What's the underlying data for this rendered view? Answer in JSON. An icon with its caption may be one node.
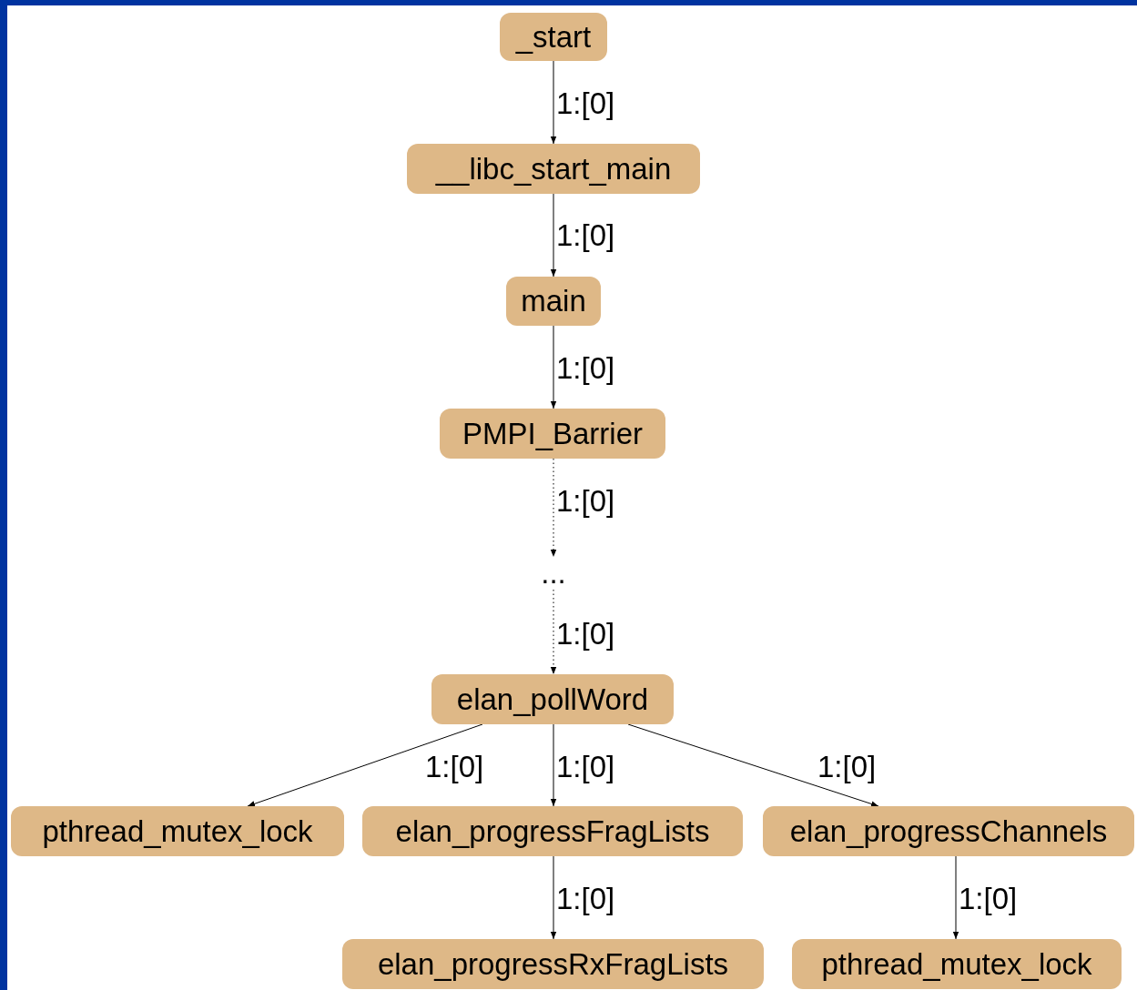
{
  "diagram": {
    "nodes": [
      {
        "text": [
          "_start"
        ]
      },
      {
        "text": [
          "__libc_start_main"
        ]
      },
      {
        "text": [
          "main"
        ]
      },
      {
        "text": [
          "PMPI_Barrier"
        ]
      },
      {
        "text": [
          "..."
        ]
      },
      {
        "text": [
          "elan_pollWord"
        ]
      },
      {
        "text": [
          "pthread_mutex_lock"
        ]
      },
      {
        "text": [
          "elan_progressFragLists"
        ]
      },
      {
        "text": [
          "elan_progressChannels"
        ]
      },
      {
        "text": [
          "elan_progressRxFragLists"
        ]
      },
      {
        "text": [
          "pthread_mutex_lock"
        ]
      }
    ],
    "edges": [
      {
        "from": 0,
        "to": 1,
        "arrow": "to",
        "label": "1:[0]"
      },
      {
        "from": 1,
        "to": 2,
        "arrow": "to",
        "label": "1:[0]"
      },
      {
        "from": 2,
        "to": 3,
        "arrow": "to",
        "label": "1:[0]"
      },
      {
        "from": 3,
        "to": 4,
        "arrow": "to",
        "label": "1:[0]",
        "style": "dashed"
      },
      {
        "from": 4,
        "to": 5,
        "arrow": "to",
        "label": "1:[0]",
        "style": "dashed"
      },
      {
        "from": 5,
        "to": 6,
        "arrow": "to",
        "label": "1:[0]"
      },
      {
        "from": 5,
        "to": 7,
        "arrow": "to",
        "label": "1:[0]"
      },
      {
        "from": 5,
        "to": 8,
        "arrow": "to",
        "label": "1:[0]"
      },
      {
        "from": 7,
        "to": 9,
        "arrow": "to",
        "label": "1:[0]"
      },
      {
        "from": 8,
        "to": 10,
        "arrow": "to",
        "label": "1:[0]"
      }
    ]
  }
}
